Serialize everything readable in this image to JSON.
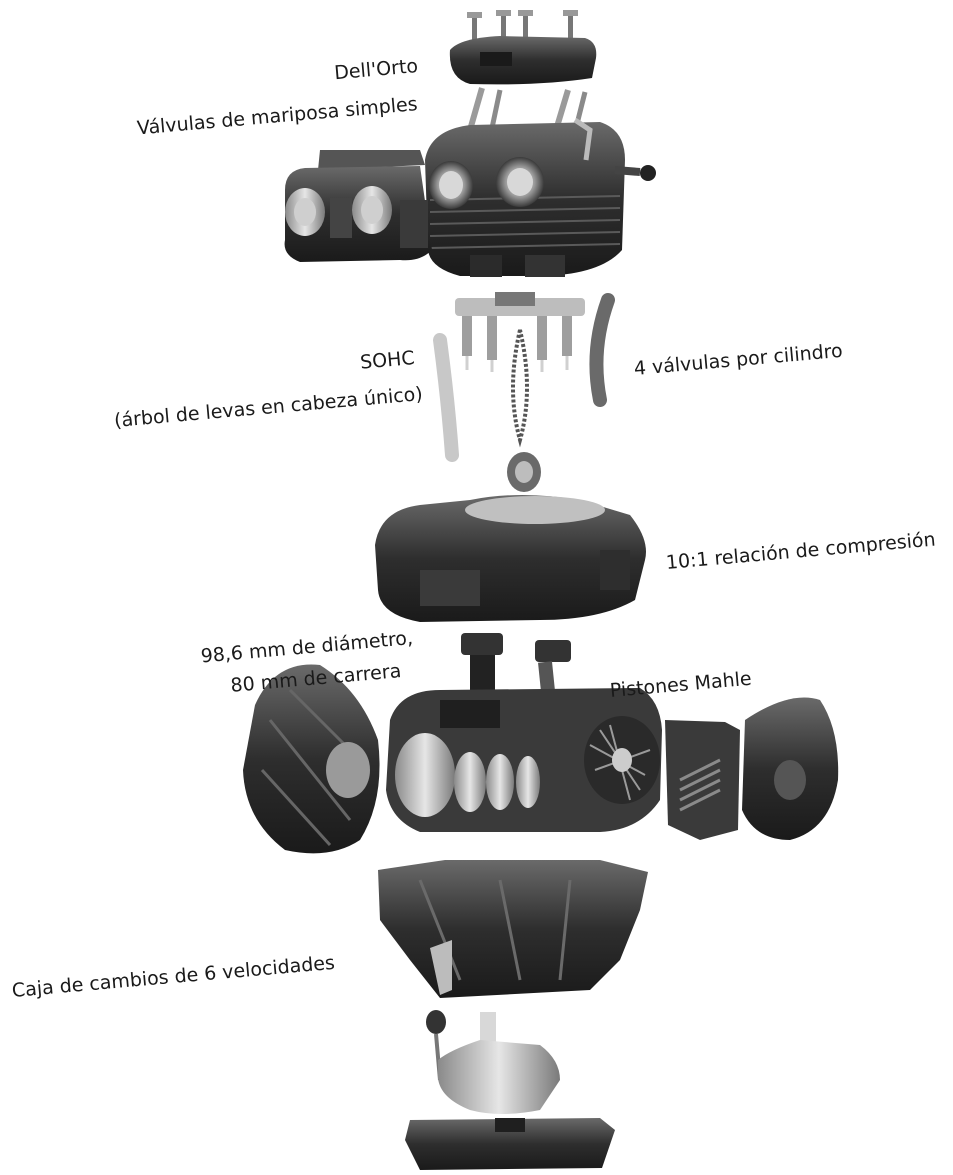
{
  "labels": {
    "throttle_brand": "Dell'Orto",
    "throttle": "Válvulas de mariposa simples",
    "sohc": "SOHC",
    "sohc_detail": "(árbol de levas en cabeza único)",
    "valves": "4 válvulas por cilindro",
    "compression": "10:1 relación de compresión",
    "bore": "98,6 mm de diámetro,",
    "stroke": "80 mm de carrera",
    "pistons": "Pistones Mahle",
    "gearbox": "Caja de cambios de 6 velocidades"
  },
  "colors": {
    "part_dark": "#2a2a2a",
    "part_mid": "#5a5a5a",
    "part_light": "#b8b8b8",
    "label_text": "#1a1a1a"
  }
}
